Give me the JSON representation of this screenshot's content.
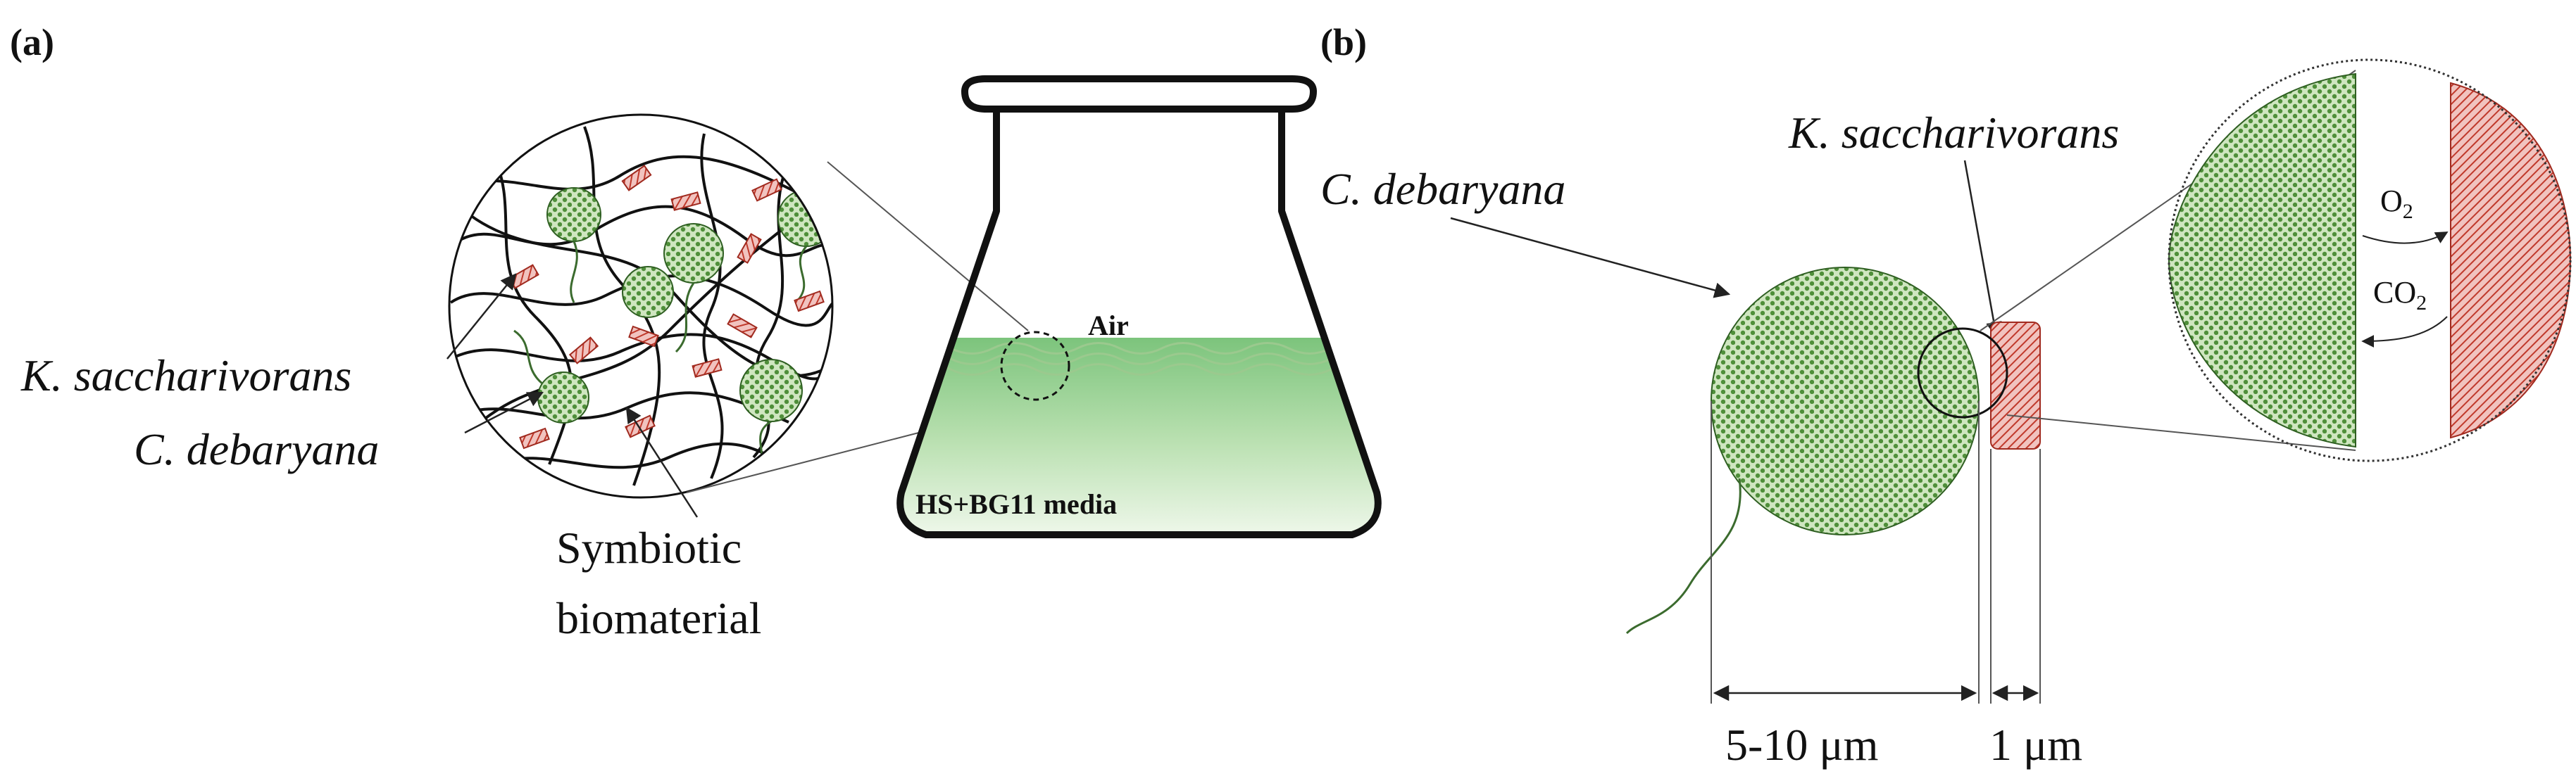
{
  "panel_a": {
    "label": "(a)",
    "k_label": "K. saccharivorans",
    "c_label": "C. debaryana",
    "symbiotic_line1": "Symbiotic",
    "symbiotic_line2": "biomaterial",
    "air_label": "Air",
    "media_label": "HS+BG11 media"
  },
  "panel_b": {
    "label": "(b)",
    "k_label": "K. saccharivorans",
    "c_label": "C. debaryana",
    "o2_label": "O",
    "o2_sub": "2",
    "co2_label": "CO",
    "co2_sub": "2",
    "dim_algae": "5-10 μm",
    "dim_bact": "1 μm"
  },
  "colors": {
    "algae_green": "#6aa84f",
    "algae_light": "#a8d08d",
    "bacteria_red": "#c0392b",
    "bacteria_light": "#e8a5a0",
    "media_green": "#8fce8f"
  }
}
